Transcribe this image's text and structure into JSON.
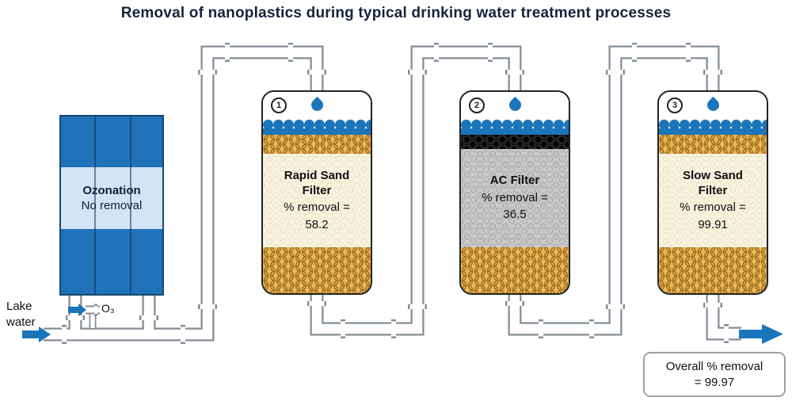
{
  "title": "Removal of nanoplastics during typical drinking water treatment processes",
  "source": {
    "label": "Lake\nwater"
  },
  "ozonation": {
    "name": "Ozonation",
    "removal": "No removal",
    "injection": "O₃"
  },
  "tanks": [
    {
      "number": "1",
      "name": "Rapid Sand\nFilter",
      "removal_label": "% removal =",
      "removal_value": "58.2"
    },
    {
      "number": "2",
      "name": "AC Filter",
      "removal_label": "% removal =",
      "removal_value": "36.5"
    },
    {
      "number": "3",
      "name": "Slow Sand\nFilter",
      "removal_label": "% removal =",
      "removal_value": "99.91"
    }
  ],
  "overall": {
    "line1": "Overall % removal",
    "line2": "= 99.97"
  },
  "colors": {
    "accent_blue": "#1b75bb",
    "tank_blue": "#1f72b8",
    "sand_orange": "#f3b655",
    "ac_gray": "#c9c9c9",
    "pipe_gray": "#848e96"
  }
}
